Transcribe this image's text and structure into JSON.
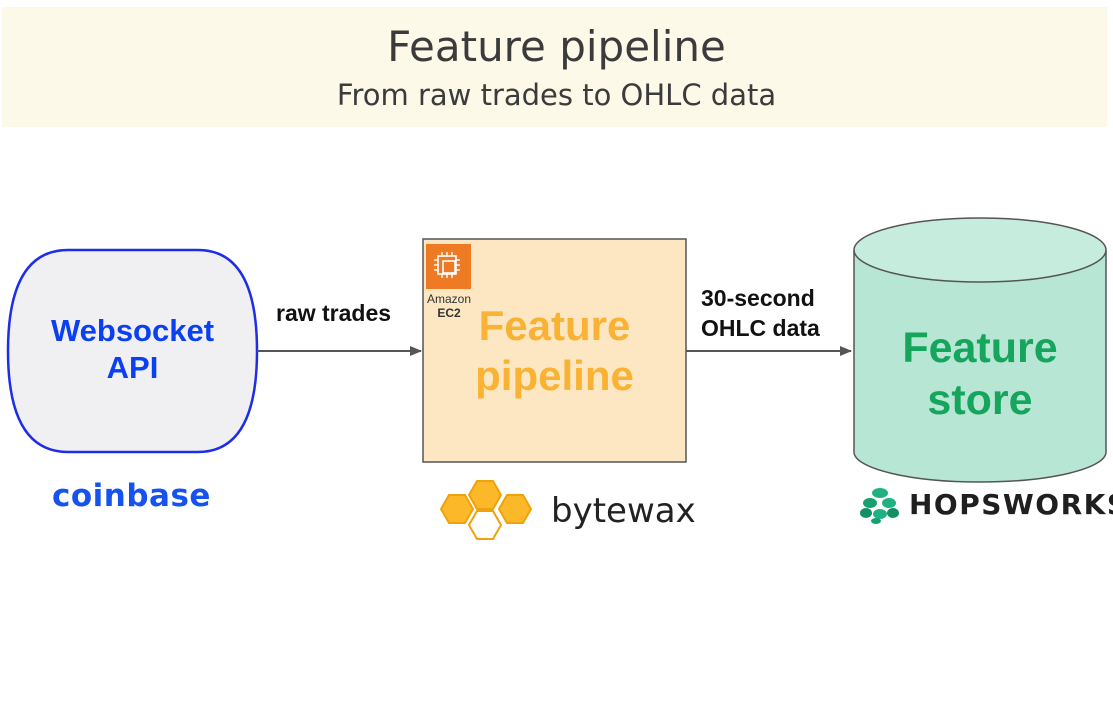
{
  "header": {
    "title": "Feature pipeline",
    "subtitle": "From raw trades to OHLC data"
  },
  "nodes": {
    "source": {
      "label": "Websocket API",
      "label_line1": "Websocket",
      "label_line2": "API",
      "logo": "coinbase",
      "color": "#0a3ff2"
    },
    "pipeline": {
      "label_line1": "Feature",
      "label_line2": "pipeline",
      "host_line1": "Amazon",
      "host_line2": "EC2",
      "logo": "bytewax",
      "color": "#f9b233"
    },
    "store": {
      "label_line1": "Feature",
      "label_line2": "store",
      "logo": "HOPSWORKS",
      "color": "#15a55c"
    }
  },
  "edges": {
    "e1": {
      "label": "raw trades"
    },
    "e2": {
      "label_line1": "30-second",
      "label_line2": "OHLC data"
    }
  },
  "icons": [
    "ec2-chip-icon",
    "bytewax-hexagon-icon",
    "hopsworks-hop-icon"
  ]
}
